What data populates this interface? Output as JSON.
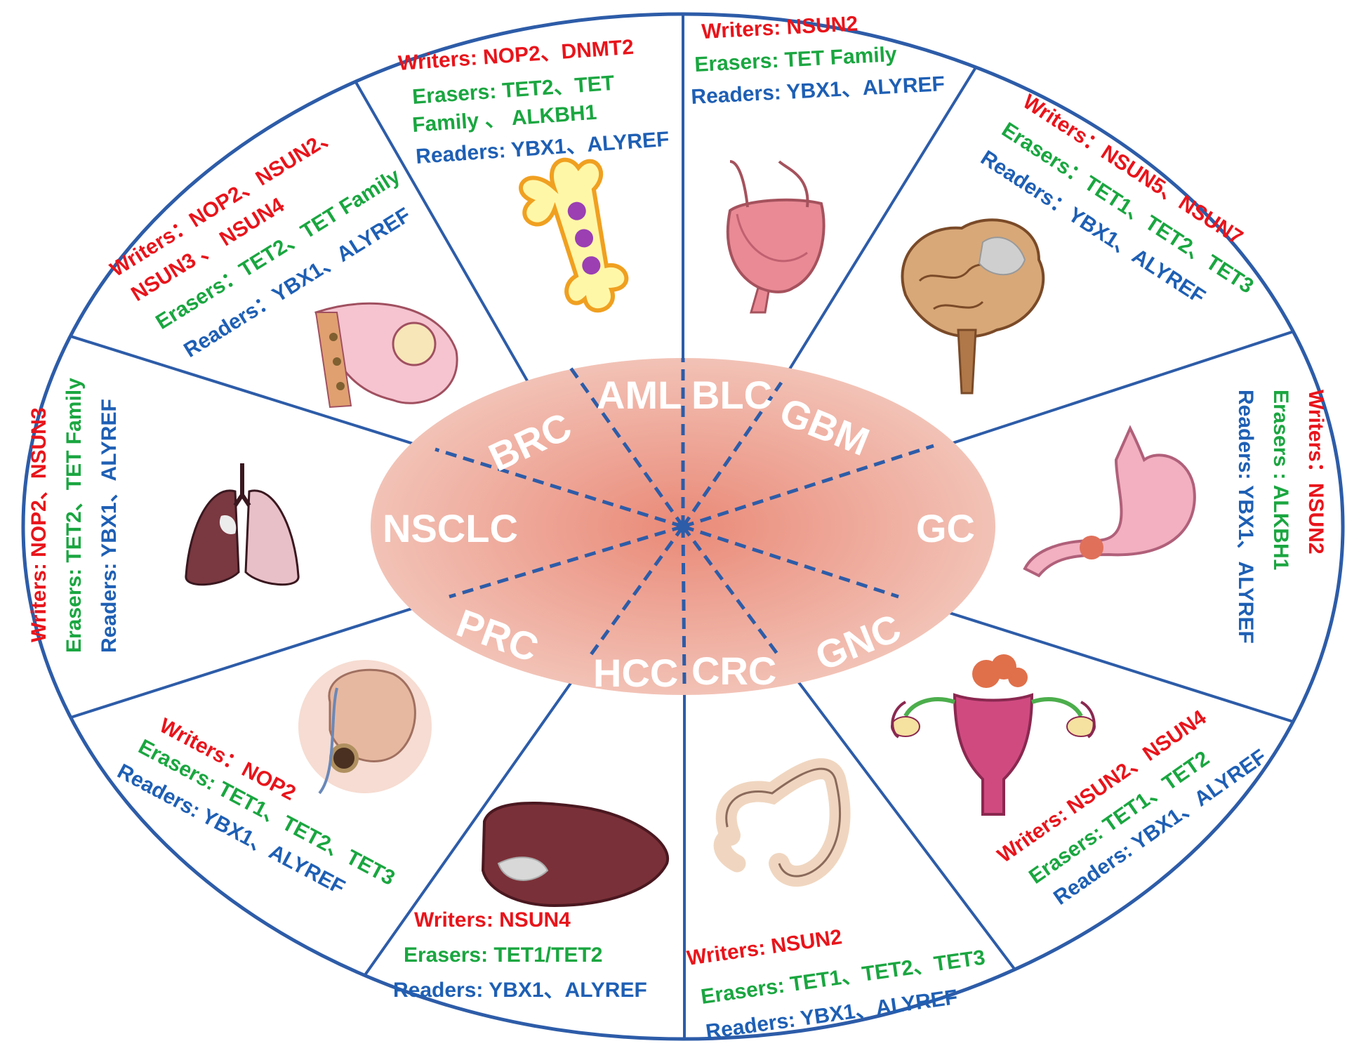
{
  "colors": {
    "writer": "#e8141b",
    "eraser": "#1aa640",
    "reader": "#1e5fb4",
    "border": "#2d5ca8",
    "center_fill": "#e8998a"
  },
  "labels": {
    "aml": "AML",
    "blc": "BLC",
    "gbm": "GBM",
    "gc": "GC",
    "gnc": "GNC",
    "crc": "CRC",
    "hcc": "HCC",
    "prc": "PRC",
    "nsclc": "NSCLC",
    "brc": "BRC"
  },
  "sections": {
    "aml": {
      "organ_icon": "bone-icon",
      "writers": "Writers: NOP2、DNMT2",
      "erasers_1": "Erasers: TET2、TET",
      "erasers_2": "Family 、 ALKBH1",
      "readers": "Readers: YBX1、ALYREF"
    },
    "blc": {
      "organ_icon": "bladder-icon",
      "writers": "Writers: NSUN2",
      "erasers": "Erasers: TET Family",
      "readers": "Readers: YBX1、ALYREF"
    },
    "gbm": {
      "organ_icon": "brain-icon",
      "writers": "Writers：NSUN5、NSUN7",
      "erasers": "Erasers：TET1、TET2、TET3",
      "readers": "Readers：YBX1、ALYREF"
    },
    "gc": {
      "organ_icon": "stomach-icon",
      "writers": "Writers：NSUN2",
      "erasers": "Erasers : ALKBH1",
      "readers": "Readers: YBX1、ALYREF"
    },
    "gnc": {
      "organ_icon": "uterus-icon",
      "writers": "Writers: NSUN2、NSUN4",
      "erasers": "Erasers: TET1、TET2",
      "readers": "Readers: YBX1、ALYREF"
    },
    "crc": {
      "organ_icon": "colon-icon",
      "writers": "Writers: NSUN2",
      "erasers": "Erasers: TET1、TET2、TET3",
      "readers": "Readers: YBX1、ALYREF"
    },
    "hcc": {
      "organ_icon": "liver-icon",
      "writers": "Writers:  NSUN4",
      "erasers": "Erasers:  TET1/TET2",
      "readers": "Readers:  YBX1、ALYREF"
    },
    "prc": {
      "organ_icon": "prostate-icon",
      "writers": "Writers：NOP2",
      "erasers": "Erasers: TET1、TET2、TET3",
      "readers": "Readers: YBX1、ALYREF"
    },
    "nsclc": {
      "organ_icon": "lung-icon",
      "writers": "Writers: NOP2、NSUN3",
      "erasers": "Erasers: TET2、TET Family",
      "readers": "Readers: YBX1、ALYREF"
    },
    "brc": {
      "organ_icon": "breast-icon",
      "writers_1": "Writers：NOP2、NSUN2、",
      "writers_2": "NSUN3 、 NSUN4",
      "erasers": "Erasers：TET2、TET Family",
      "readers": "Readers：YBX1、ALYREF"
    }
  }
}
